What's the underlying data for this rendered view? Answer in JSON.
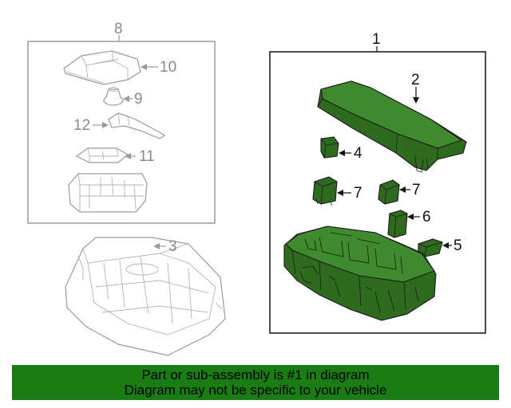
{
  "colors": {
    "part_green": "#2e6b1f",
    "part_green_light": "#3f8a2c",
    "banner_green": "#1a7d13",
    "grey_line": "#9a9a9a"
  },
  "callouts": {
    "main_assembly": "1",
    "cover": "2",
    "lower_bracket": "3",
    "relay_small_top": "4",
    "relay_small_right": "5",
    "relay_tall": "6",
    "relay_left": "7",
    "relay_right": "7",
    "subassembly_group": "8",
    "nut": "9",
    "upper_cover": "10",
    "retainer": "11",
    "cable": "12"
  },
  "banner": {
    "line1": "Part or sub-assembly is #1 in diagram",
    "line2": "Diagram may not be specific to your vehicle"
  }
}
